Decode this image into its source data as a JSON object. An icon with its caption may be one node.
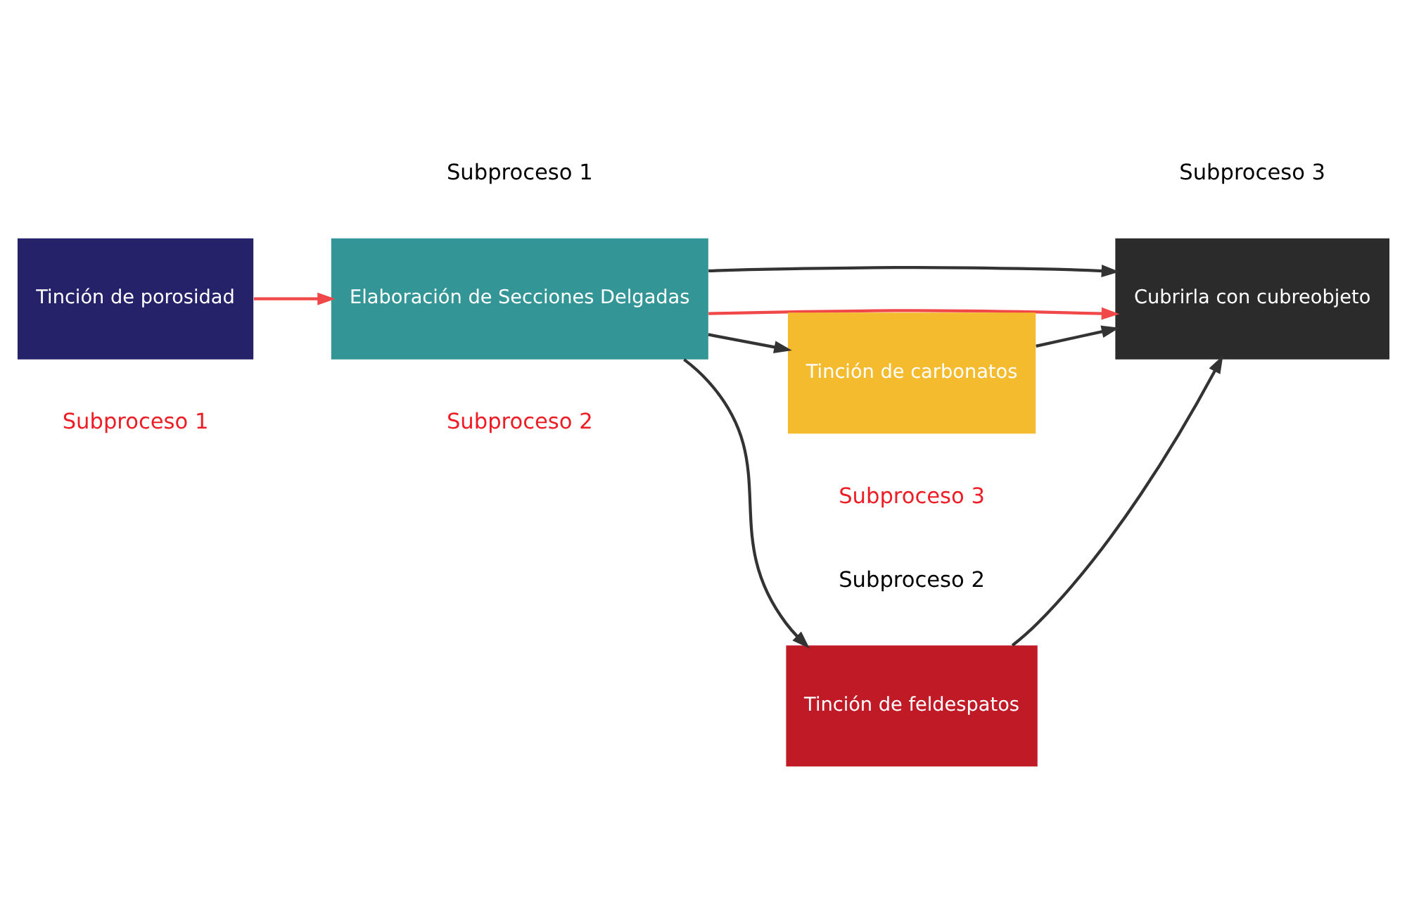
{
  "diagram": {
    "nodes": [
      {
        "text": [
          "Tinción de porosidad"
        ]
      },
      {
        "text": [
          "Elaboración de Secciones Delgadas"
        ]
      },
      {
        "text": [
          "Cubrirla con cubreobjeto"
        ]
      },
      {
        "text": [
          "Tinción de feldespatos"
        ]
      },
      {
        "text": [
          "Tinción de carbonatos"
        ]
      }
    ],
    "edges": [
      {
        "from": 0,
        "to": 1,
        "arrow": "to",
        "color": "#f04848"
      },
      {
        "from": 1,
        "to": 2,
        "arrow": "to",
        "color": "#f04848"
      },
      {
        "from": 1,
        "to": 2,
        "arrow": "to"
      },
      {
        "from": 1,
        "to": 3,
        "arrow": "to"
      },
      {
        "from": 1,
        "to": 4,
        "arrow": "to"
      },
      {
        "from": 3,
        "to": 2,
        "arrow": "to"
      },
      {
        "from": 4,
        "to": 2,
        "arrow": "to"
      }
    ],
    "labels": [
      "Subproceso 1",
      "Subproceso 2",
      "Subproceso 3",
      "Subproceso 1",
      "Subproceso 2",
      "Subproceso 3"
    ]
  }
}
